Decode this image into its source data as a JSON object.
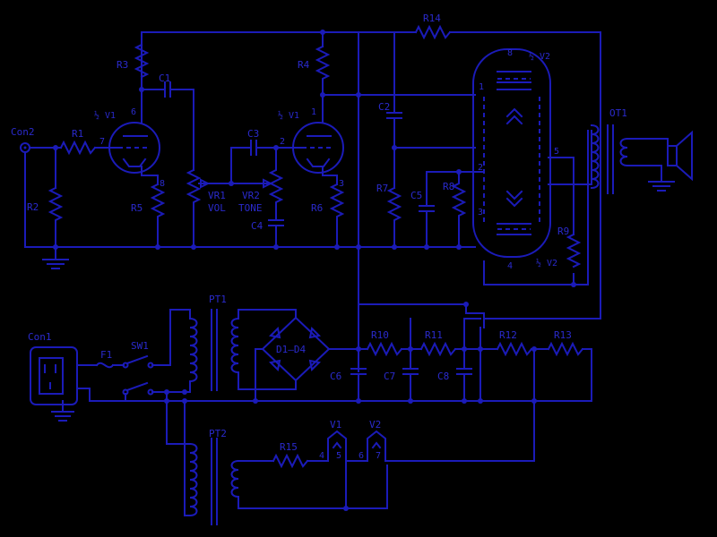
{
  "colors": {
    "background": "#000000",
    "ink": "#1b1bb8"
  },
  "labels": {
    "con2": "Con2",
    "r1": "R1",
    "r2": "R2",
    "r3": "R3",
    "r4": "R4",
    "r5": "R5",
    "r6": "R6",
    "r7": "R7",
    "r8": "R8",
    "r9": "R9",
    "r10": "R10",
    "r11": "R11",
    "r12": "R12",
    "r13": "R13",
    "r14": "R14",
    "r15": "R15",
    "c1": "C1",
    "c2": "C2",
    "c3": "C3",
    "c4": "C4",
    "c5": "C5",
    "c6": "C6",
    "c7": "C7",
    "c8": "C8",
    "v1a": "½ V1",
    "v1b": "½ V1",
    "v2a": "½ V2",
    "v2b": "½ V2",
    "vr1": "VR1",
    "vol": "VOL",
    "vr2": "VR2",
    "tone": "TONE",
    "ot1": "OT1",
    "pt1": "PT1",
    "pt2": "PT2",
    "d1d4": "D1–D4",
    "con1": "Con1",
    "f1": "F1",
    "sw1": "SW1",
    "v1": "V1",
    "v2": "V2"
  },
  "pins": {
    "p7": "7",
    "p6": "6",
    "p8": "8",
    "p2": "2",
    "p1": "1",
    "p3": "3",
    "v2_8": "8",
    "v2_1": "1",
    "v2_2": "2",
    "v2_3": "3",
    "v2_5": "5",
    "v2_4": "4",
    "h4": "4",
    "h5": "5",
    "h6": "6",
    "h7": "7"
  }
}
